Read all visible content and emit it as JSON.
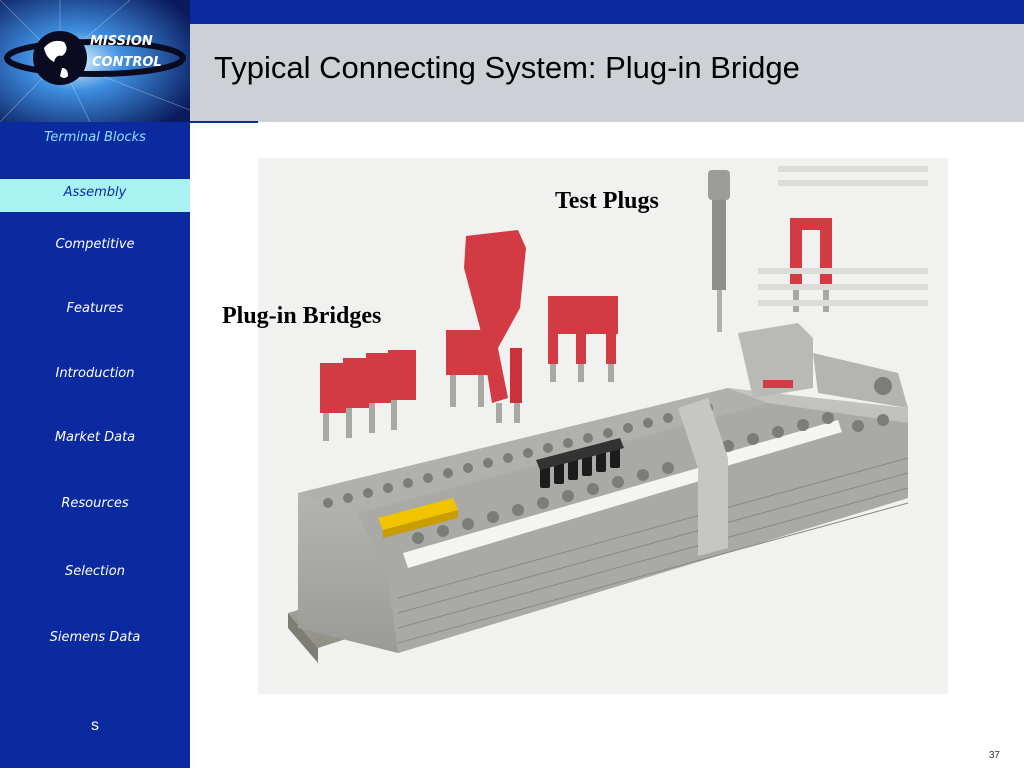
{
  "logo": {
    "line1": "MISSION",
    "line2": "CONTROL"
  },
  "slide": {
    "title": "Typical Connecting System:  Plug-in Bridge",
    "page_number": "37"
  },
  "sidebar": {
    "section": "Terminal Blocks",
    "items": [
      {
        "label": "Assembly",
        "active": true
      },
      {
        "label": "Competitive"
      },
      {
        "label": "Features"
      },
      {
        "label": "Introduction"
      },
      {
        "label": "Market Data"
      },
      {
        "label": "Resources"
      },
      {
        "label": "Selection"
      },
      {
        "label": "Siemens Data"
      }
    ],
    "footer": "s"
  },
  "photo": {
    "label_test_plugs": "Test Plugs",
    "label_bridges": "Plug-in Bridges"
  },
  "colors": {
    "sidebar": "#0b2aa0",
    "active": "#a8f2f2",
    "titlebar": "#cdd0d4",
    "bridge_red": "#d23a44",
    "block_gray": "#b6b6b2"
  }
}
